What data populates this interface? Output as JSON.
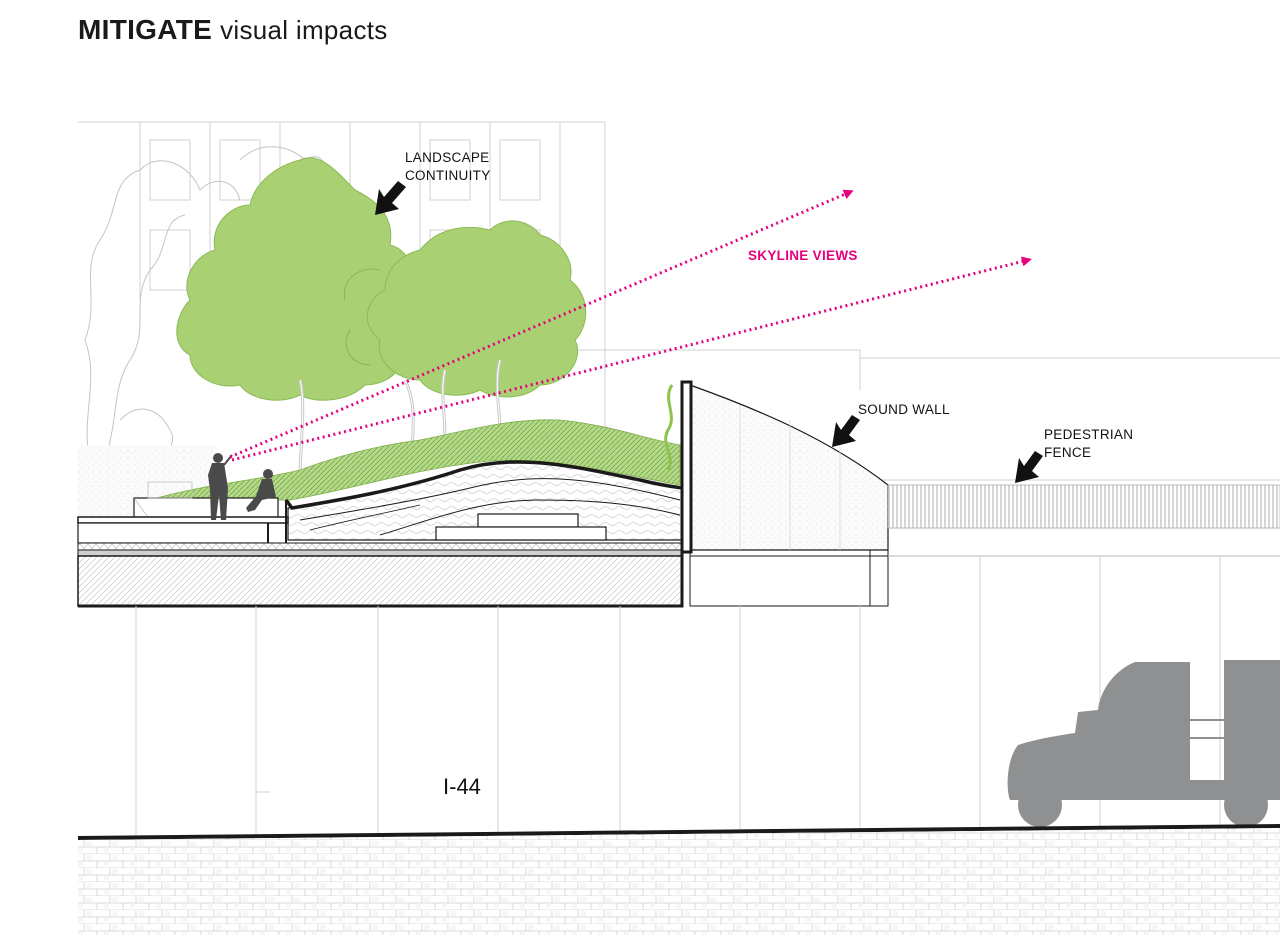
{
  "title": {
    "bold": "MITIGATE",
    "light": "visual impacts"
  },
  "labels": {
    "landscape_line1": "LANDSCAPE",
    "landscape_line2": "CONTINUITY",
    "skyline": "SKYLINE VIEWS",
    "sound_wall": "SOUND WALL",
    "fence_line1": "PEDESTRIAN",
    "fence_line2": "FENCE",
    "highway": "I-44"
  },
  "colors": {
    "accent_pink": "#e6007e",
    "tree_green": "#a9d174",
    "truck_gray": "#8f9092",
    "line_dark": "#1a1a1a"
  }
}
